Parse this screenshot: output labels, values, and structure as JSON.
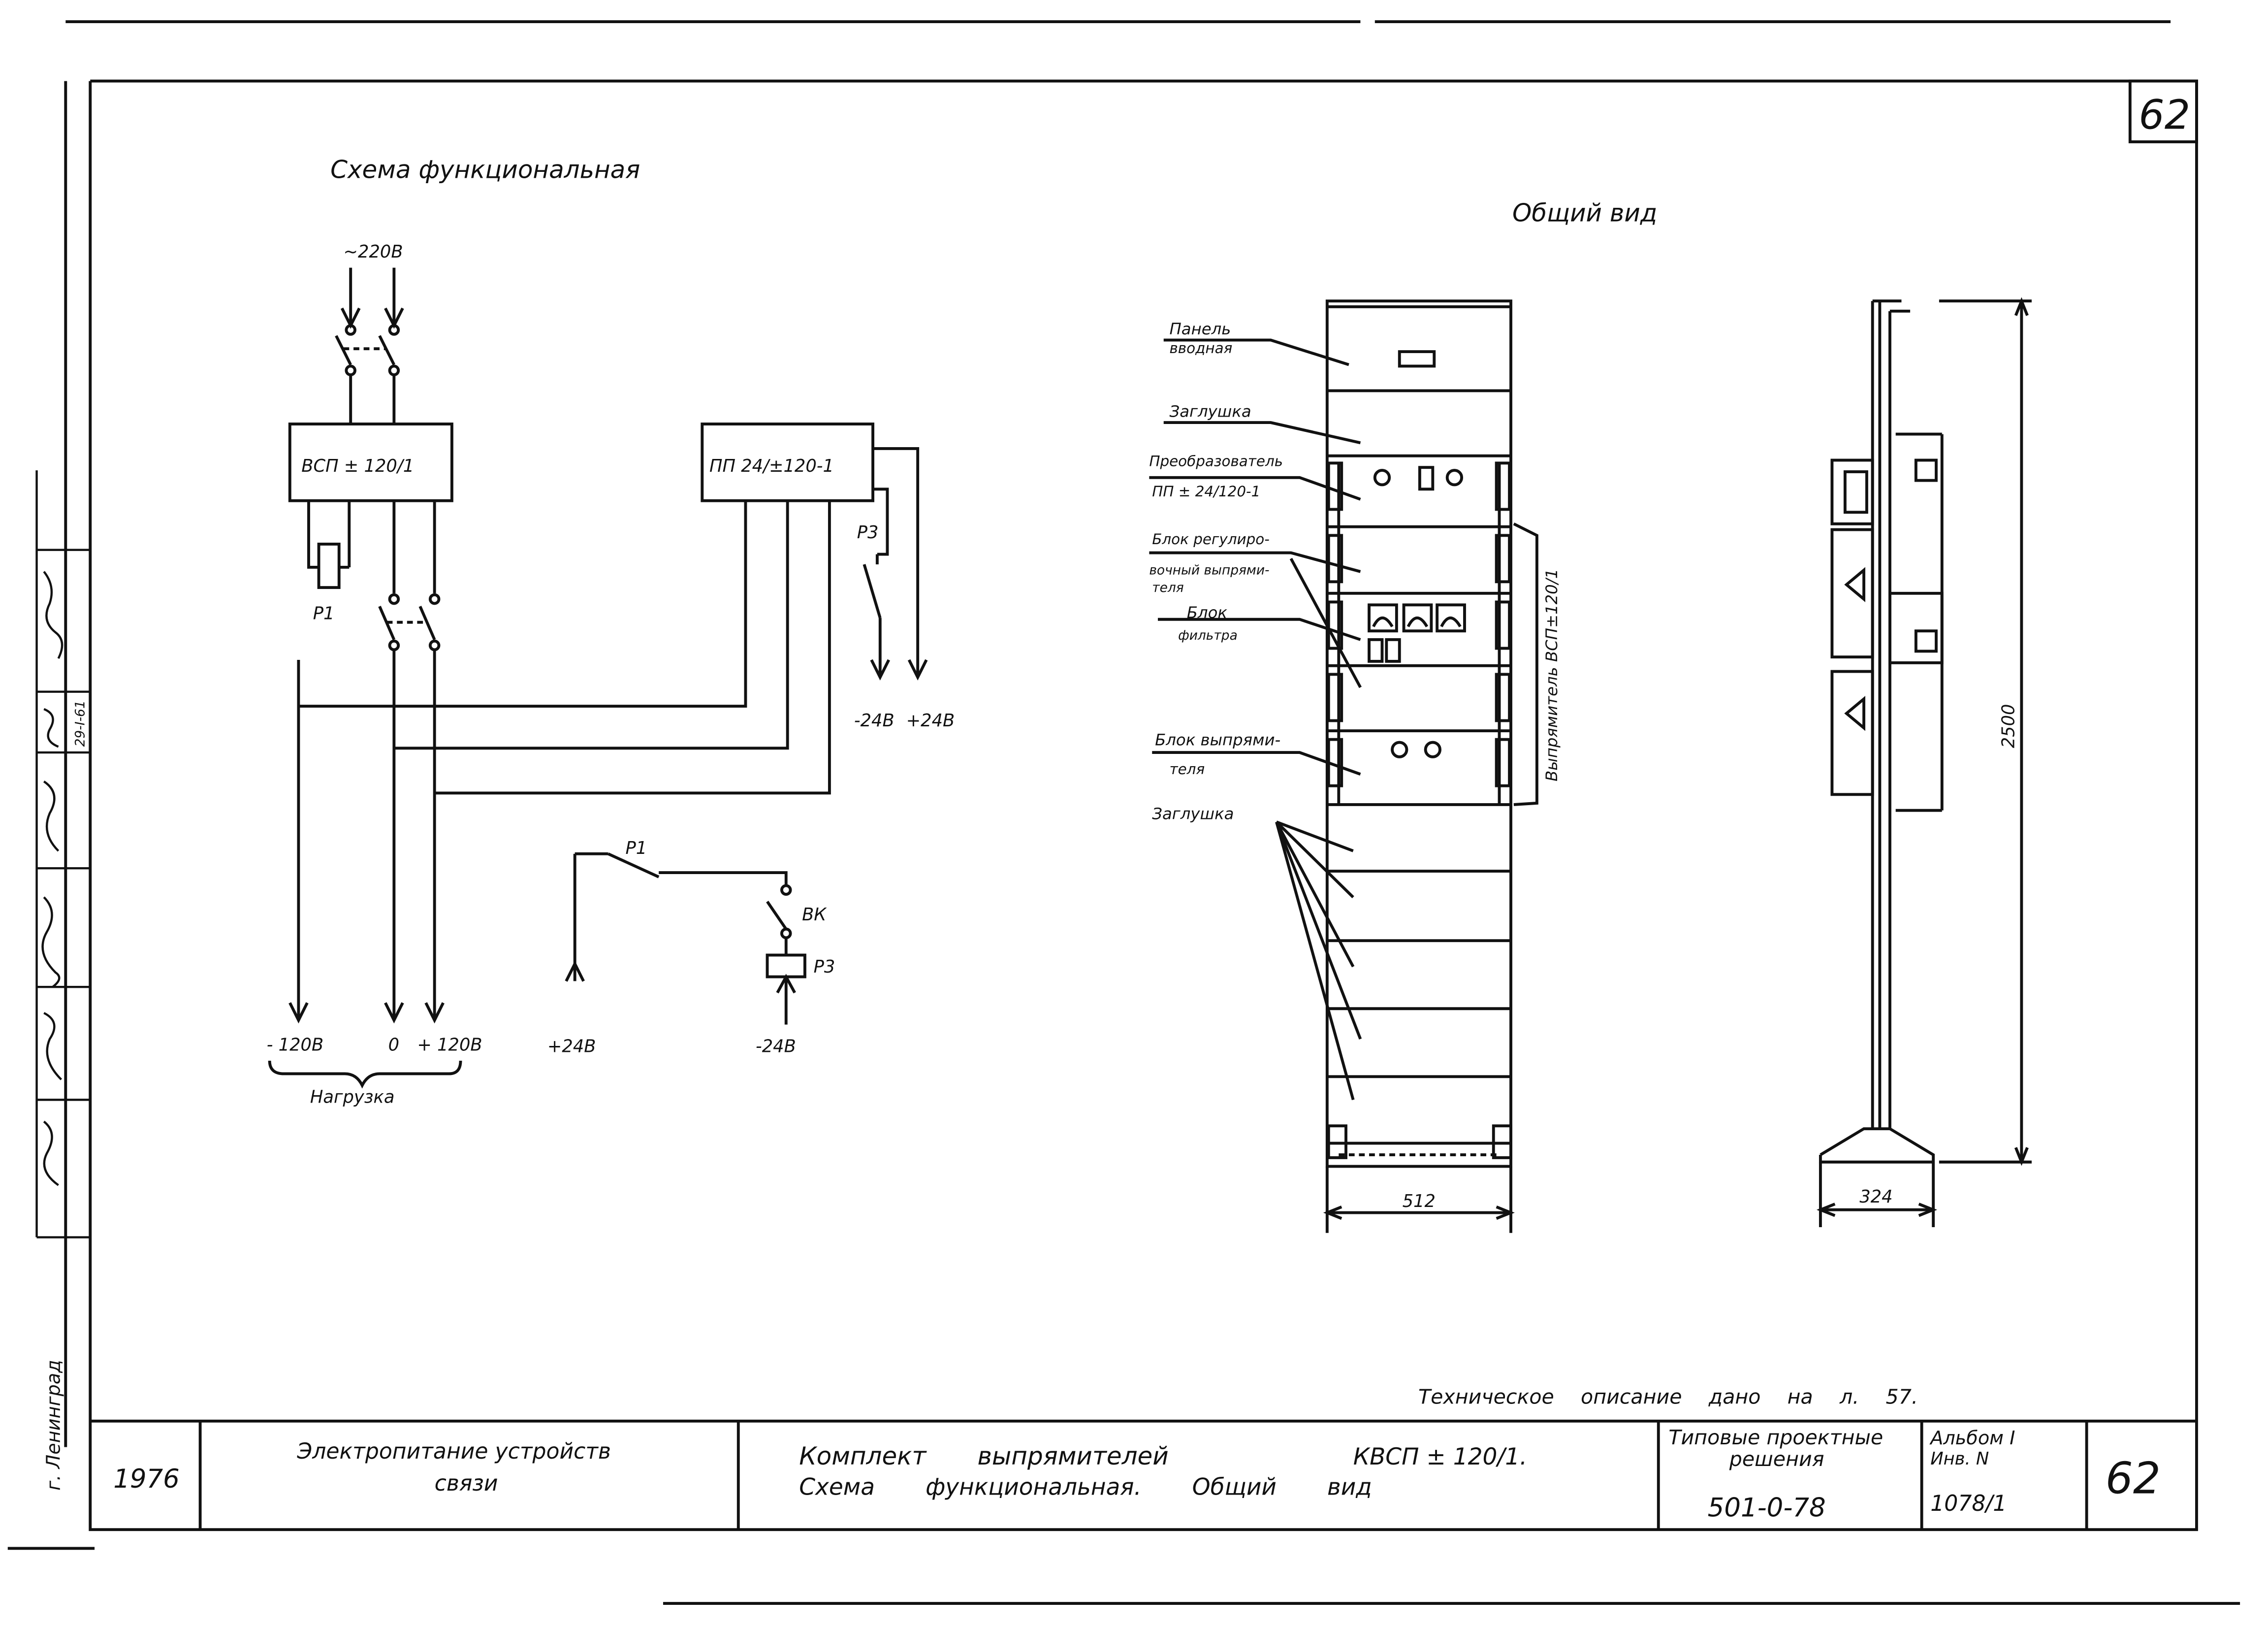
{
  "sheet_number_top": "62",
  "schematic": {
    "title": "Схема функциональная",
    "supply_label": "~220В",
    "vsp_block": "ВСП ± 120/1",
    "pp_block": "ПП 24/±120-1",
    "relay_p1": "Р1",
    "relay_p3": "Р3",
    "p3_out_minus": "-24В",
    "p3_out_plus": "+24В",
    "out_minus": "- 120В",
    "out_zero": "0",
    "out_plus": "+ 120В",
    "load_label": "Нагрузка",
    "ctrl_plus": "+24В",
    "ctrl_minus": "-24В",
    "ctrl_p1": "Р1",
    "ctrl_vk": "ВК",
    "ctrl_p3": "Р3"
  },
  "general_view": {
    "title": "Общий вид",
    "labels": {
      "panel_1": "Панель",
      "panel_2": "вводная",
      "plug_top": "Заглушка",
      "conv_1": "Преобразователь",
      "conv_2": "ПП ± 24/120-1",
      "reg_1": "Блок регулиро-",
      "reg_2": "вочный выпрями-",
      "reg_3": "теля",
      "filter_1": "Блок",
      "filter_2": "фильтра",
      "rect_1": "Блок выпрями-",
      "rect_2": "теля",
      "plug_bottom": "Заглушка"
    },
    "side_label": "Выпрямитель ВСП±120/1",
    "width_front": "512",
    "width_side": "324",
    "height": "2500"
  },
  "note": "Техническое описание дано на л. 57.",
  "margin": {
    "city": "г. Ленинград",
    "stamp_2": "29-I-61"
  },
  "title_block": {
    "year": "1976",
    "subject_1": "Электропитание устройств",
    "subject_2": "связи",
    "name_1": "Комплект выпрямителей",
    "name_code": "КВСП ± 120/1.",
    "name_2": "Схема функциональная. Общий вид",
    "typical_1": "Типовые проектные",
    "typical_2": "решения",
    "typical_code": "501-0-78",
    "album_1": "Альбом I",
    "album_2": "Инв. N",
    "album_3": "1078/1",
    "sheet": "62"
  }
}
